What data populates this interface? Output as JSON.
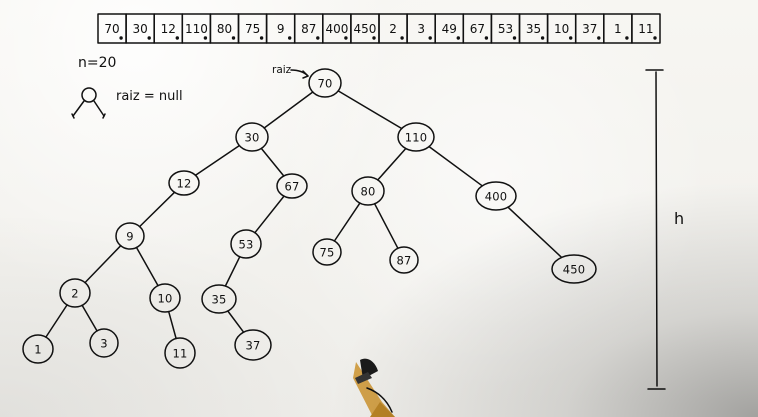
{
  "array_values": [
    "70",
    "30",
    "12",
    "110",
    "80",
    "75",
    "9",
    "87",
    "400",
    "450",
    "2",
    "3",
    "49",
    "67",
    "53",
    "35",
    "10",
    "37",
    "1",
    "11"
  ],
  "notes": {
    "n_label": "n=20",
    "root_null": "raiz = null",
    "root_pointer": "raiz",
    "height_label": "h"
  },
  "tree": {
    "nodes": [
      {
        "id": "70",
        "label": "70"
      },
      {
        "id": "30",
        "label": "30"
      },
      {
        "id": "110",
        "label": "110"
      },
      {
        "id": "12",
        "label": "12"
      },
      {
        "id": "67",
        "label": "67"
      },
      {
        "id": "80",
        "label": "80"
      },
      {
        "id": "400",
        "label": "400"
      },
      {
        "id": "9",
        "label": "9"
      },
      {
        "id": "53",
        "label": "53"
      },
      {
        "id": "75",
        "label": "75"
      },
      {
        "id": "87",
        "label": "87"
      },
      {
        "id": "450",
        "label": "450"
      },
      {
        "id": "2",
        "label": "2"
      },
      {
        "id": "10",
        "label": "10"
      },
      {
        "id": "35",
        "label": "35"
      },
      {
        "id": "1",
        "label": "1"
      },
      {
        "id": "3",
        "label": "3"
      },
      {
        "id": "11",
        "label": "11"
      },
      {
        "id": "37",
        "label": "37"
      }
    ],
    "edges": [
      [
        "70",
        "30"
      ],
      [
        "70",
        "110"
      ],
      [
        "30",
        "12"
      ],
      [
        "30",
        "67"
      ],
      [
        "12",
        "9"
      ],
      [
        "9",
        "2"
      ],
      [
        "9",
        "10"
      ],
      [
        "2",
        "1"
      ],
      [
        "2",
        "3"
      ],
      [
        "10",
        "11"
      ],
      [
        "67",
        "53"
      ],
      [
        "53",
        "35"
      ],
      [
        "35",
        "37"
      ],
      [
        "110",
        "80"
      ],
      [
        "110",
        "400"
      ],
      [
        "80",
        "75"
      ],
      [
        "80",
        "87"
      ],
      [
        "400",
        "450"
      ]
    ]
  }
}
